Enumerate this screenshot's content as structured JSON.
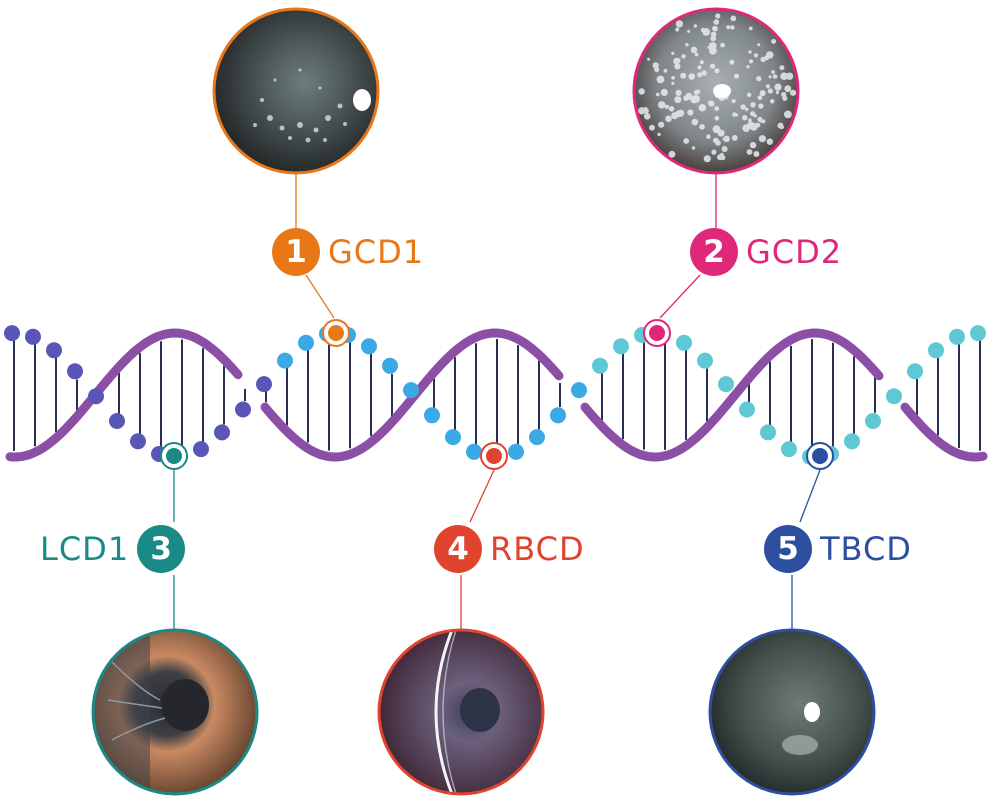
{
  "colors": {
    "helix_strand": "#8c4fa6",
    "rungs": "#2b2d52",
    "dots_left": "#5a56b8",
    "dots_mid": "#3aa9e6",
    "dots_right": "#5ec9d4"
  },
  "mutations": [
    {
      "id": "gcd1",
      "number": "1",
      "label": "GCD1",
      "color": "#e87817",
      "image_theme": "dark grey cornea with white radial granular deposits",
      "icon": "cornea-photo-icon"
    },
    {
      "id": "gcd2",
      "number": "2",
      "label": "GCD2",
      "color": "#e0287a",
      "image_theme": "grey cornea densely covered with white snowflake deposits",
      "icon": "cornea-photo-icon"
    },
    {
      "id": "lcd1",
      "number": "3",
      "label": "LCD1",
      "color": "#1a8a86",
      "image_theme": "orange iris with dark pupil and grey lattice lines",
      "icon": "cornea-photo-icon"
    },
    {
      "id": "rbcd",
      "number": "4",
      "label": "RBCD",
      "color": "#e0432e",
      "image_theme": "purple-grey eye with slit-lamp light band",
      "icon": "cornea-photo-icon"
    },
    {
      "id": "tbcd",
      "number": "5",
      "label": "TBCD",
      "color": "#2c4fa0",
      "image_theme": "blue-grey hazy cornea with light reflex",
      "icon": "cornea-photo-icon"
    }
  ]
}
